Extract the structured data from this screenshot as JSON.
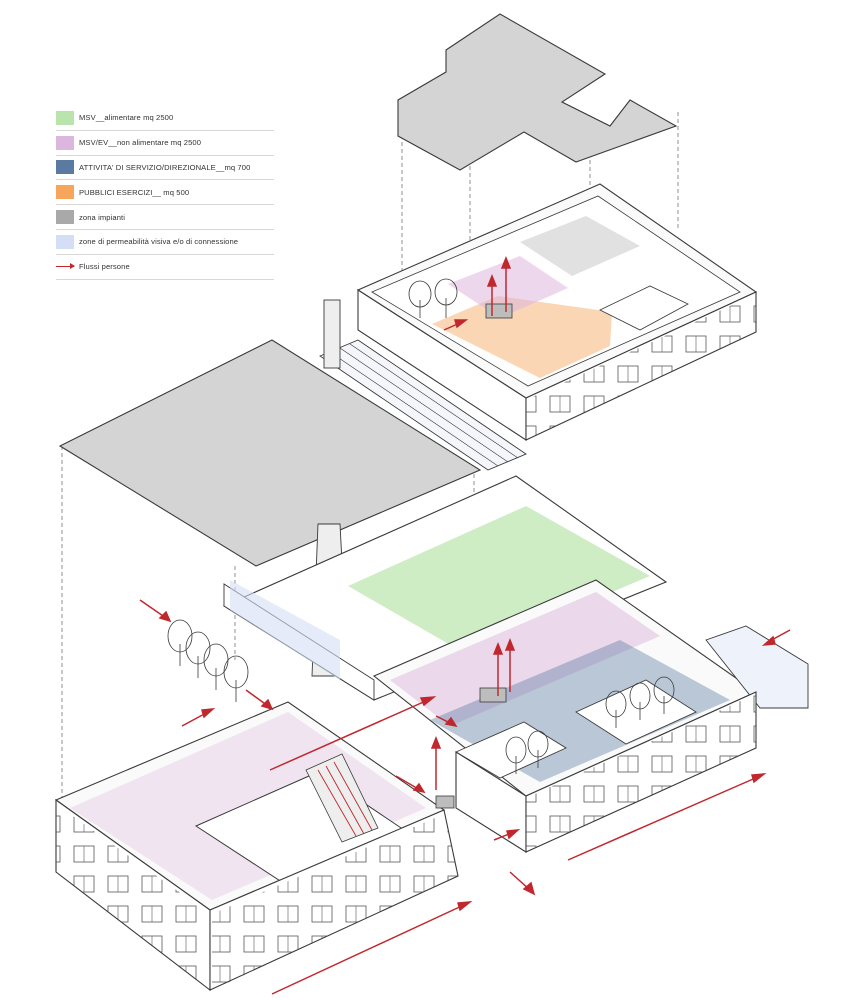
{
  "legend": [
    {
      "label": "MSV__alimentare mq 2500",
      "color": "#b9e5ad",
      "icon": "swatch"
    },
    {
      "label": "MSV/EV__non alimentare mq 2500",
      "color": "#dcb6dc",
      "icon": "swatch"
    },
    {
      "label": "ATTIVITA' DI SERVIZIO/DIREZIONALE__mq 700",
      "color": "#5a7aa1",
      "icon": "swatch"
    },
    {
      "label": "PUBBLICI ESERCIZI__ mq 500",
      "color": "#f6a55b",
      "icon": "swatch"
    },
    {
      "label": "zona impianti",
      "color": "#a9a9a9",
      "icon": "swatch"
    },
    {
      "label": "zone di permeabilità visiva e/o di connessione",
      "color": "#d4def4",
      "icon": "swatch"
    },
    {
      "label": "Flussi persone",
      "color": "#c0282e",
      "icon": "arrow-line"
    }
  ],
  "colors": {
    "line": "#3a3a3a",
    "roof": "#d4d4d4",
    "arrow": "#c0282e",
    "msv_food": "#b9e5ad",
    "msv_nonfood": "#dcb6dc",
    "services": "#5a7aa1",
    "public": "#f6a55b",
    "plant": "#a9a9a9",
    "permeable": "#d4def4"
  }
}
